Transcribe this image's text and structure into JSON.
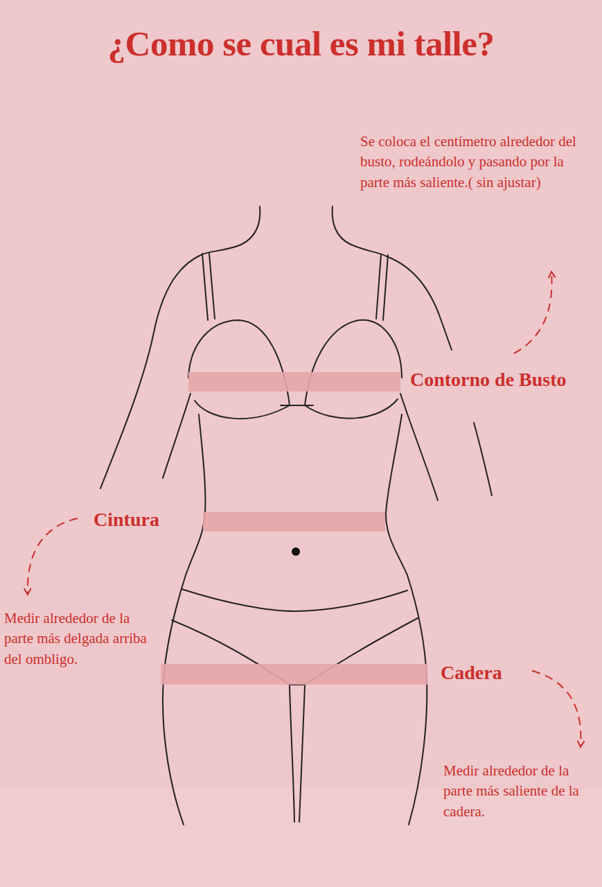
{
  "diagram": {
    "title": "¿Como se cual es mi talle?",
    "labels": [
      "Se coloca el centímetro alrededor del busto, rodeándolo y pasando por la parte más saliente.( sin ajustar)",
      "Contorno de Busto",
      "Cintura",
      "Medir alrededor de la parte más delgada arriba del ombligo.",
      "Cadera",
      "Medir alrededor de la parte más saliente de la cadera."
    ]
  }
}
